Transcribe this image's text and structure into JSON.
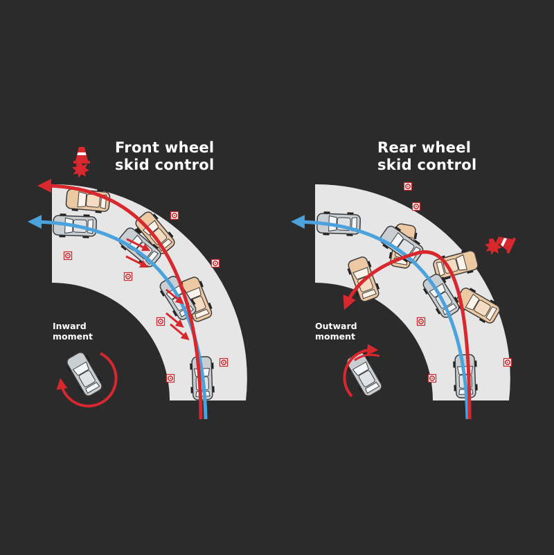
{
  "left_panel": {
    "title_line1": "Front wheel",
    "title_line2": "skid control",
    "caption_line1": "Inward",
    "caption_line2": "moment"
  },
  "right_panel": {
    "title_line1": "Rear wheel",
    "title_line2": "skid control",
    "caption_line1": "Outward",
    "caption_line2": "moment"
  },
  "colors": {
    "background": "#2b2b2b",
    "road": "#e6e6e6",
    "red_path": "#d8282e",
    "blue_path": "#4aa3dc",
    "car_grey": "#c9ced3",
    "car_tan": "#ecc9a3",
    "cone": "#d8282e"
  },
  "icons": [
    "traffic-cone-icon",
    "collision-burst-icon",
    "rotation-arrow-icon",
    "road-marker-icon"
  ]
}
